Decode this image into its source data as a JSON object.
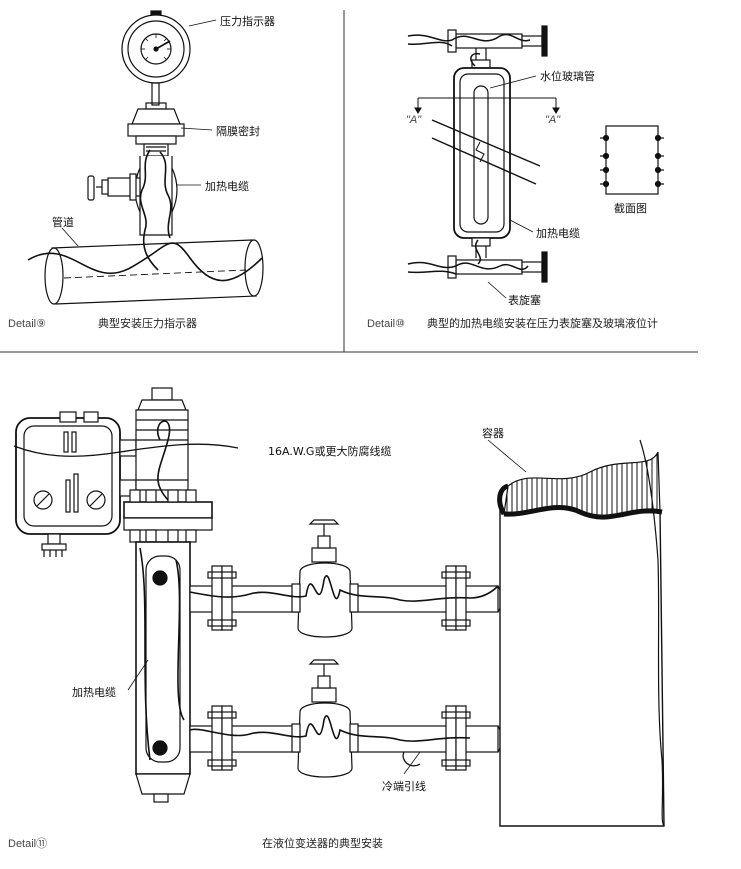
{
  "panel9": {
    "label_gauge": "压力指示器",
    "label_seal": "隔膜密封",
    "label_cable": "加热电缆",
    "label_pipe": "管道",
    "detail": "Detail⑨",
    "caption": "典型安装压力指示器"
  },
  "panel10": {
    "label_glass": "水位玻璃管",
    "label_cable": "加热电缆",
    "label_cock": "表旋塞",
    "label_section": "截面图",
    "section_a_left": "\"A\"",
    "section_a_right": "\"A\"",
    "detail": "Detail⑩",
    "caption": "典型的加热电缆安装在压力表旋塞及玻璃液位计"
  },
  "panel11": {
    "label_wire": "16A.W.G或更大防腐线缆",
    "label_vessel": "容器",
    "label_cable": "加热电缆",
    "label_cold": "冷端引线",
    "detail": "Detail⑪",
    "caption": "在液位变送器的典型安装"
  }
}
